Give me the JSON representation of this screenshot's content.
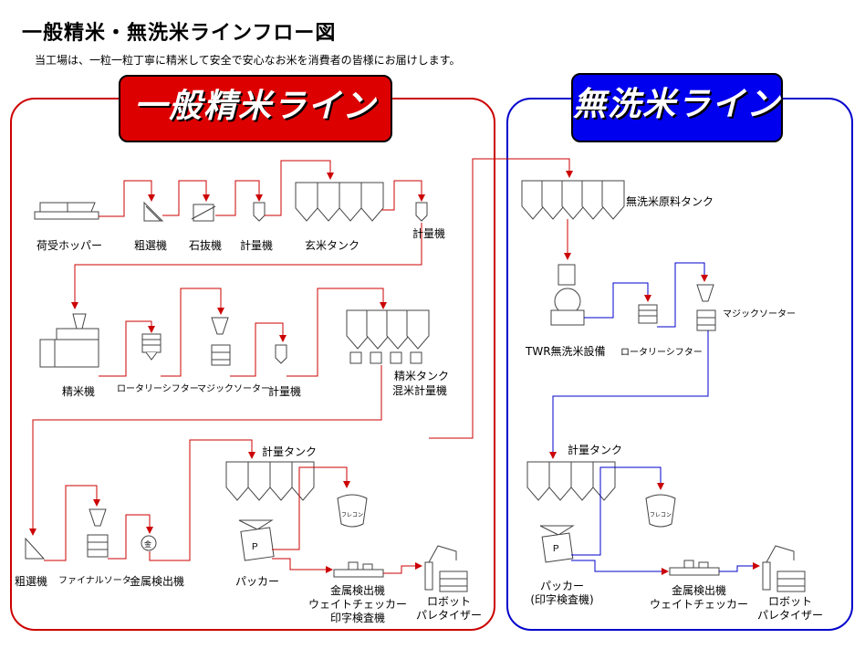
{
  "title": "一般精米・無洗米ラインフロー図",
  "subtitle": "当工場は、一粒一粒丁寧に精米して安全で安心なお米を消費者の皆様にお届けします。",
  "lines": {
    "general": {
      "label": "一般精米ライン",
      "color": "#dd0000"
    },
    "musenmai": {
      "label": "無洗米ライン",
      "color": "#0000dd"
    }
  },
  "general_line": {
    "hopper": "荷受ホッパー",
    "rough_separator": "粗選機",
    "stone_remover": "石抜機",
    "scale1": "計量機",
    "brown_rice_tank": "玄米タンク",
    "scale2": "計量機",
    "milling_machine": "精米機",
    "rotary_sifter": "ロータリーシフター",
    "magic_sorter": "マジックソーター",
    "scale3": "計量機",
    "polished_tank_line1": "精米タンク",
    "polished_tank_line2": "混米計量機",
    "rough_separator2": "粗選機",
    "final_sorter": "ファイナルソーター",
    "metal_detector": "金属検出機",
    "scale_tank": "計量タンク",
    "packer": "パッカー",
    "checker_line1": "金属検出機",
    "checker_line2": "ウェイトチェッカー",
    "checker_line3": "印字検査機",
    "robot_line1": "ロボット",
    "robot_line2": "パレタイザー",
    "flecon": "フレコン"
  },
  "musenmai_line": {
    "raw_tank": "無洗米原料タンク",
    "twr": "TWR無洗米設備",
    "rotary_sifter": "ロータリーシフター",
    "magic_sorter": "マジックソーター",
    "scale_tank": "計量タンク",
    "packer_line1": "パッカー",
    "packer_line2": "(印字検査機)",
    "checker_line1": "金属検出機",
    "checker_line2": "ウェイトチェッカー",
    "robot_line1": "ロボット",
    "robot_line2": "パレタイザー",
    "flecon": "フレコン"
  },
  "icons": {
    "packer_mark": "P",
    "metal_mark": "金"
  }
}
